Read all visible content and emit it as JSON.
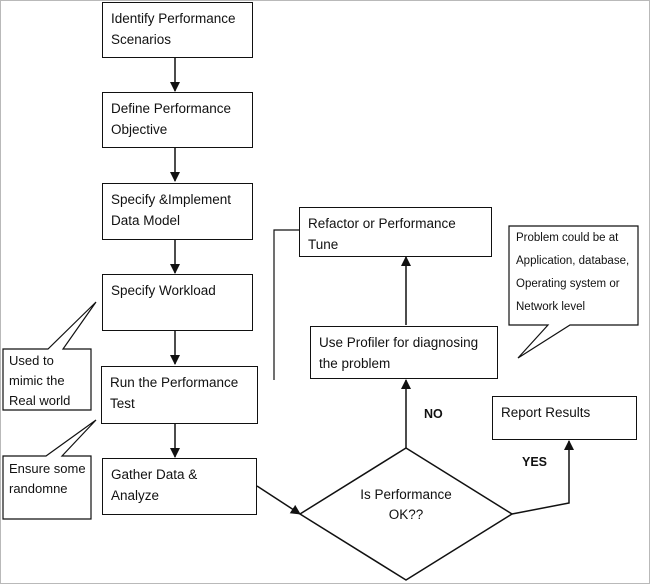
{
  "steps": {
    "identify": "Identify Performance Scenarios",
    "define": "Define Performance Objective",
    "specify_model": "Specify &Implement Data Model",
    "workload": "Specify Workload",
    "run_test": "Run the Performance Test",
    "gather": "Gather Data & Analyze",
    "decision": "Is Performance OK??",
    "profiler": "Use Profiler for diagnosing the problem",
    "refactor": "Refactor or Performance Tune",
    "report": "Report Results"
  },
  "branch_labels": {
    "no": "NO",
    "yes": "YES"
  },
  "callouts": {
    "real_world": "Used to mimic the Real world",
    "random": "Ensure some randomne",
    "problem": "Problem could be at Application, database, Operating system or Network level"
  }
}
